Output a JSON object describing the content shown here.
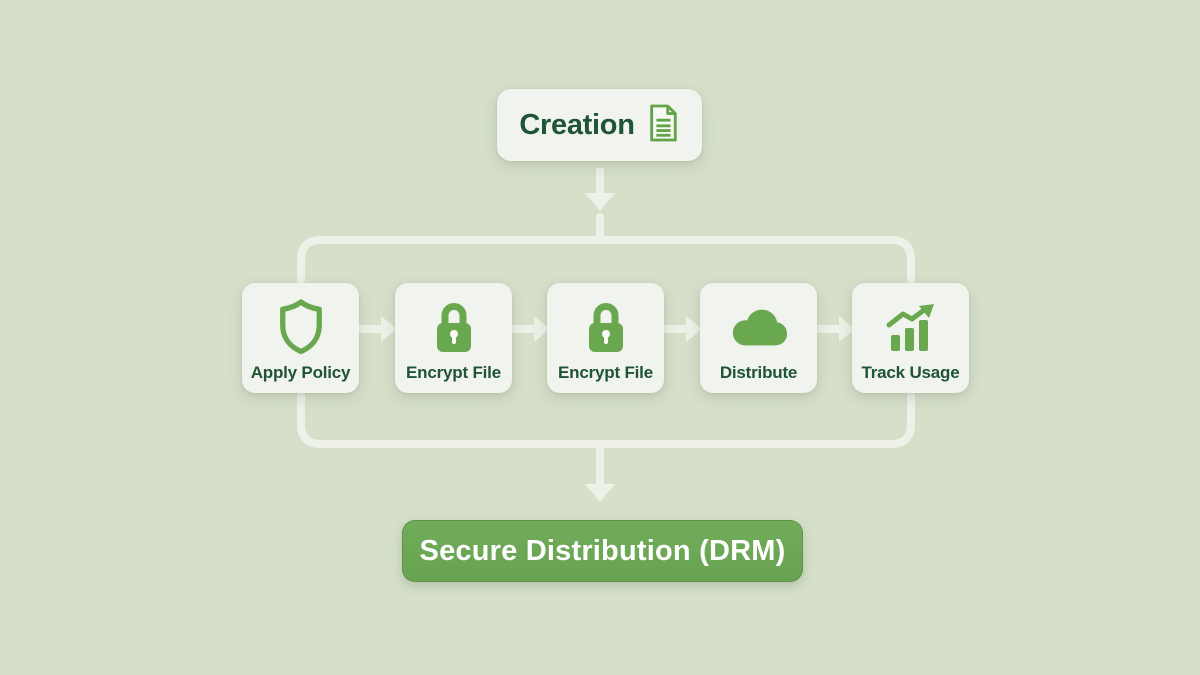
{
  "colors": {
    "background": "#d5dfc9",
    "node_background": "#f1f3ee",
    "connector": "#edf1e7",
    "icon_green": "#6aa84f",
    "label_dark_green": "#1f5435",
    "end_node_green": "#6ca954",
    "end_node_text": "#ffffff"
  },
  "flow": {
    "start": {
      "label": "Creation",
      "icon": "document-icon"
    },
    "steps": [
      {
        "label": "Apply Policy",
        "icon": "shield-icon"
      },
      {
        "label": "Encrypt File",
        "icon": "lock-icon"
      },
      {
        "label": "Encrypt File",
        "icon": "lock-icon"
      },
      {
        "label": "Distribute",
        "icon": "cloud-icon"
      },
      {
        "label": "Track Usage",
        "icon": "trending-chart-icon"
      }
    ],
    "end": {
      "label": "Secure Distribution (DRM)"
    }
  }
}
